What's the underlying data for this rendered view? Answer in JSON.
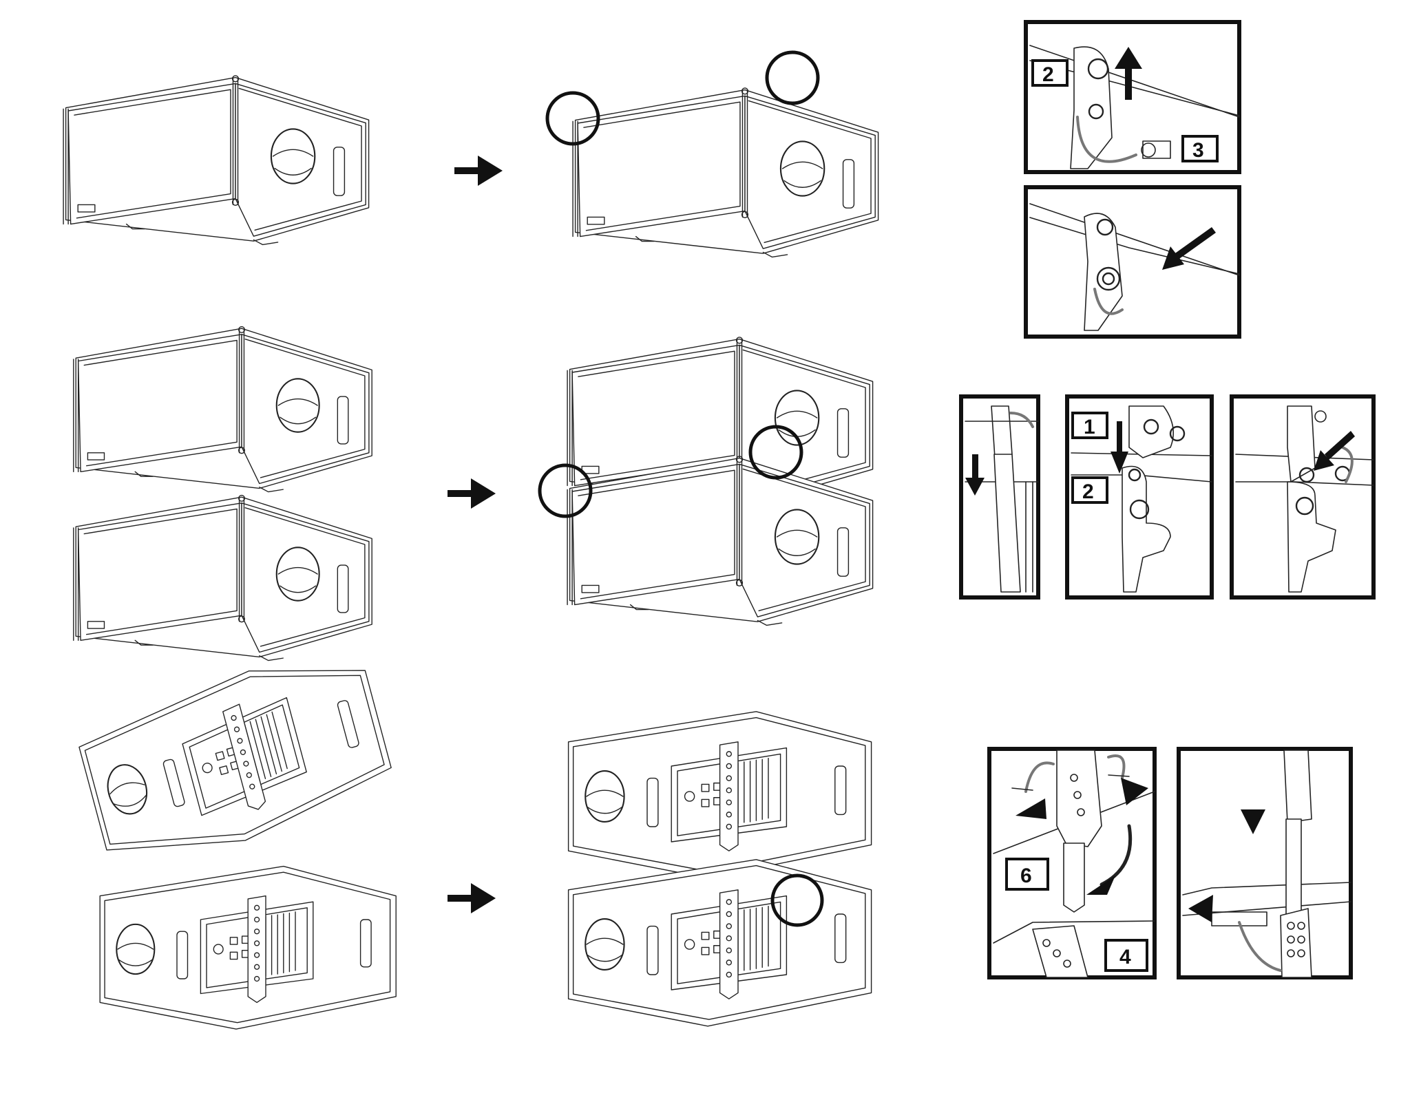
{
  "figure": {
    "step_labels": [
      "2",
      "3",
      "1",
      "2",
      "6",
      "4"
    ],
    "rows": [
      {
        "name": "row-1-attach-pins"
      },
      {
        "name": "row-2-stack-front-links"
      },
      {
        "name": "row-3-rear-link-splay"
      }
    ],
    "icons": [
      "right-arrow-icon",
      "down-arrow-icon",
      "up-arrow-icon",
      "diagonal-arrow-icon",
      "highlight-circle"
    ],
    "colors": {
      "line": "#222222",
      "frame": "#111111",
      "wire": "#777777",
      "background": "#ffffff"
    }
  }
}
